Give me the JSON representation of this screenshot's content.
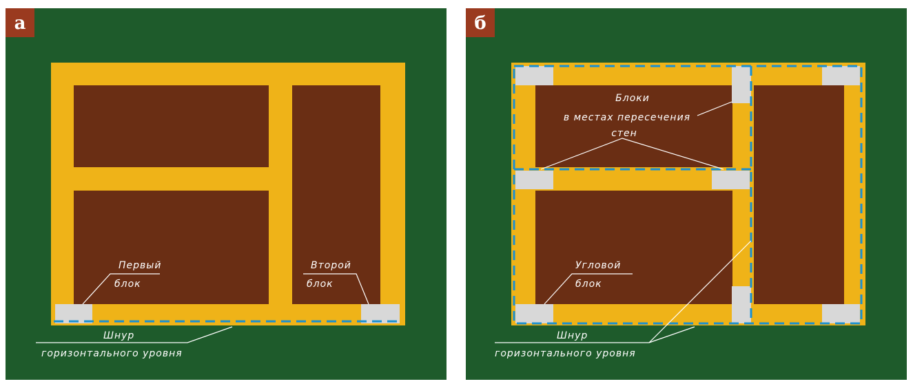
{
  "colors": {
    "ground": "#1e5b2b",
    "foundation": "#efb318",
    "soil": "#6a2e14",
    "block": "#d8d8d8",
    "cord": "#1a8fd0",
    "label_bg": "#9a3a1f"
  },
  "panel_a": {
    "label": "а",
    "first_block": [
      "Первый",
      "блок"
    ],
    "second_block": [
      "Второй",
      "блок"
    ],
    "cord": [
      "Шнур",
      "горизонтального уровня"
    ]
  },
  "panel_b": {
    "label": "б",
    "intersection_blocks": [
      "Блоки",
      "в местах пересечения",
      "стен"
    ],
    "corner_block": [
      "Угловой",
      "блок"
    ],
    "cord": [
      "Шнур",
      "горизонтального уровня"
    ]
  }
}
